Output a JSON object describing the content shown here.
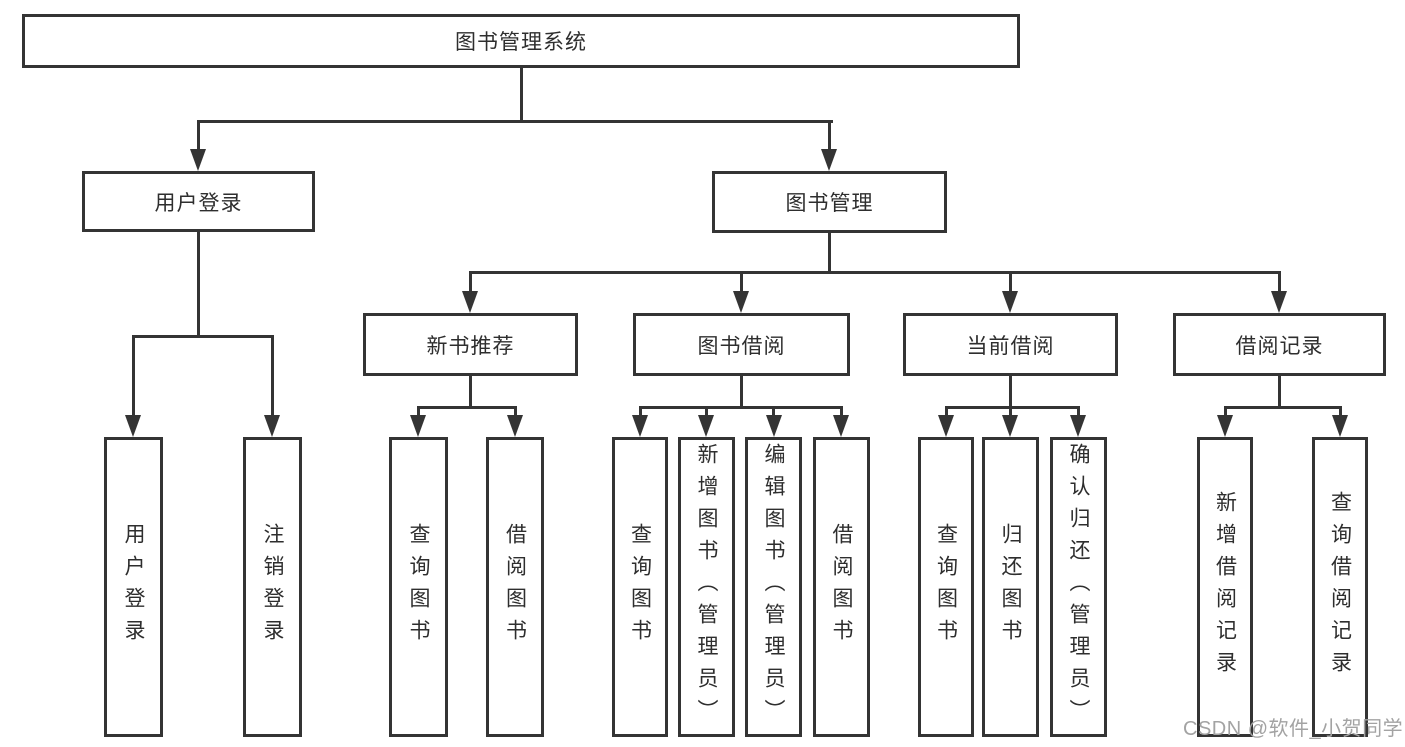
{
  "colors": {
    "line": "#343434",
    "text": "#2e2e2e",
    "background": "#ffffff",
    "watermark": "#a3a3a3"
  },
  "watermark": {
    "text": "CSDN @软件_小贺同学"
  },
  "diagram": {
    "type": "hierarchy-tree",
    "root": {
      "label": "图书管理系统"
    },
    "level2": [
      {
        "label": "用户登录",
        "parent": "图书管理系统"
      },
      {
        "label": "图书管理",
        "parent": "图书管理系统"
      }
    ],
    "level3": [
      {
        "label": "新书推荐",
        "parent": "图书管理"
      },
      {
        "label": "图书借阅",
        "parent": "图书管理"
      },
      {
        "label": "当前借阅",
        "parent": "图书管理"
      },
      {
        "label": "借阅记录",
        "parent": "图书管理"
      }
    ],
    "leaves": [
      {
        "label": "用户登录",
        "parent": "用户登录"
      },
      {
        "label": "注销登录",
        "parent": "用户登录"
      },
      {
        "label": "查询图书",
        "parent": "新书推荐"
      },
      {
        "label": "借阅图书",
        "parent": "新书推荐"
      },
      {
        "label": "查询图书",
        "parent": "图书借阅"
      },
      {
        "label": "新增图书（管理员）",
        "parent": "图书借阅"
      },
      {
        "label": "编辑图书（管理员）",
        "parent": "图书借阅"
      },
      {
        "label": "借阅图书",
        "parent": "图书借阅"
      },
      {
        "label": "查询图书",
        "parent": "当前借阅"
      },
      {
        "label": "归还图书",
        "parent": "当前借阅"
      },
      {
        "label": "确认归还（管理员）",
        "parent": "当前借阅"
      },
      {
        "label": "新增借阅记录",
        "parent": "借阅记录"
      },
      {
        "label": "查询借阅记录",
        "parent": "借阅记录"
      }
    ]
  }
}
